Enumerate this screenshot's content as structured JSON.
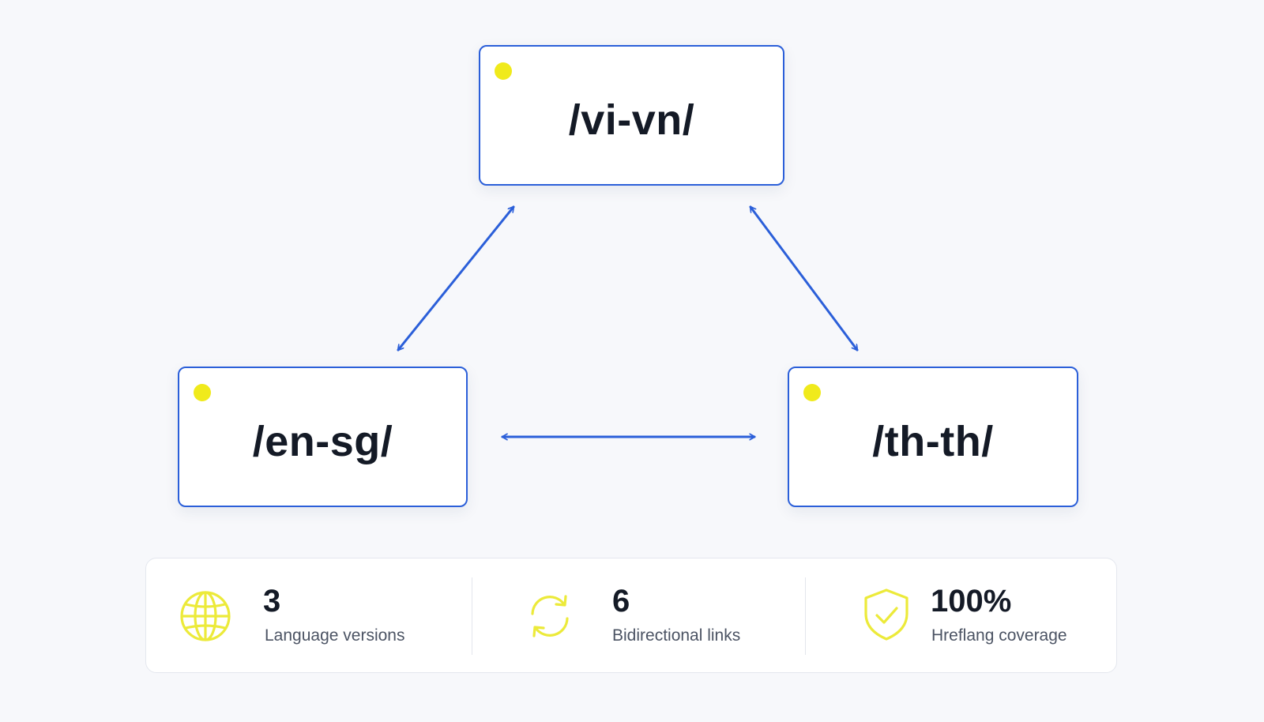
{
  "colors": {
    "accent": "#2b5fd9",
    "dot": "#f0ea1b",
    "icon": "#ecea3a",
    "background": "#f7f8fb"
  },
  "nodes": [
    {
      "id": "vi",
      "label": "/vi-vn/"
    },
    {
      "id": "en",
      "label": "/en-sg/"
    },
    {
      "id": "th",
      "label": "/th-th/"
    }
  ],
  "links": [
    {
      "from": "vi",
      "to": "en",
      "bidirectional": true
    },
    {
      "from": "vi",
      "to": "th",
      "bidirectional": true
    },
    {
      "from": "en",
      "to": "th",
      "bidirectional": true
    }
  ],
  "stats": [
    {
      "icon": "globe-icon",
      "value": "3",
      "caption": "Language versions"
    },
    {
      "icon": "refresh-icon",
      "value": "6",
      "caption": "Bidirectional links"
    },
    {
      "icon": "shield-check-icon",
      "value": "100%",
      "caption": "Hreflang coverage"
    }
  ]
}
